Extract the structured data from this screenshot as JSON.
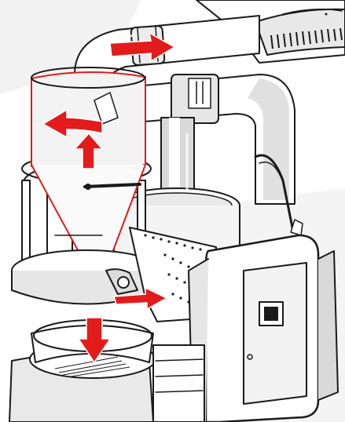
{
  "image": {
    "subject": "cyclone-dust-collector-cutaway",
    "style": "line-art",
    "colors": {
      "ink": "#1a1a1a",
      "pipe_fill": "#ffffff",
      "shade": "#d9d9d9",
      "dark_shade": "#bdbdbd",
      "accent_red": "#e31b1b",
      "cyclone_outline": "#e31b1b"
    },
    "flow_arrows": [
      {
        "name": "inlet-flow-arrow",
        "direction": "right"
      },
      {
        "name": "swirl-flow-arrow",
        "direction": "left"
      },
      {
        "name": "updraft-flow-arrow",
        "direction": "up"
      },
      {
        "name": "dust-drop-arrow",
        "direction": "down"
      },
      {
        "name": "latch-flow-arrow",
        "direction": "right"
      }
    ],
    "parts": [
      "cyclone-separator",
      "inlet-pipe",
      "outlet-duct",
      "motor-housing",
      "filter-drum",
      "collection-bin",
      "control-box",
      "support-frame"
    ]
  }
}
